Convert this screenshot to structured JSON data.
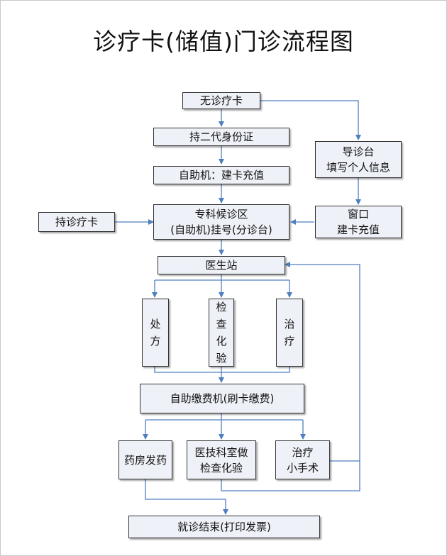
{
  "title": "诊疗卡(储值)门诊流程图",
  "nodes": {
    "no_card": "无诊疗卡",
    "id_card": "持二代身份证",
    "self_service": "自助机：建卡充值",
    "guide_desk": "导诊台\n填写个人信息",
    "window": "窗口\n建卡充值",
    "has_card": "持诊疗卡",
    "waiting_area": "专科候诊区\n(自助机)挂号(分诊台)",
    "doctor_station": "医生站",
    "prescription": "处\n方",
    "exam_lab": "检\n查\n化\n验",
    "treatment": "治\n疗",
    "payment": "自助缴费机(刷卡缴费)",
    "pharmacy": "药房发药",
    "med_tech": "医技科室做\n检查化验",
    "minor_surgery": "治疗\n小手术",
    "end": "就诊结束(打印发票)"
  },
  "colors": {
    "line": "#4f7fbf",
    "box_fill": "#eef1f7",
    "box_border": "#333333"
  }
}
